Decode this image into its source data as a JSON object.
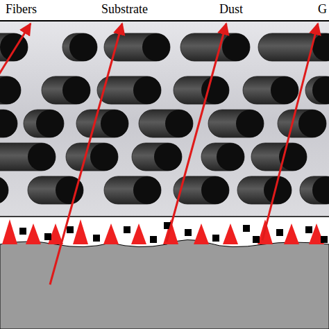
{
  "diagram": {
    "labels": [
      "Fibers",
      "Substrate",
      "Dust",
      "G"
    ]
  }
}
